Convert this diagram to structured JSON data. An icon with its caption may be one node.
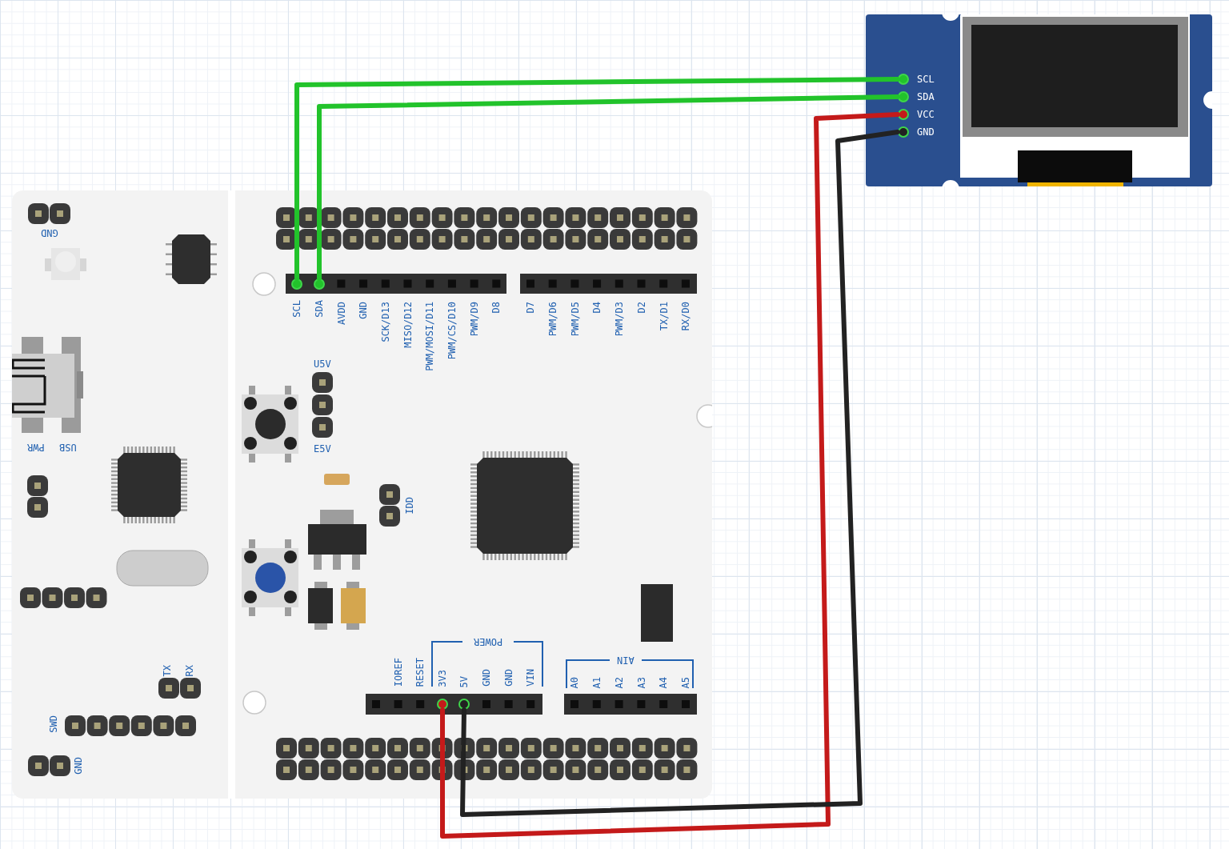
{
  "diagram": {
    "nodes": [
      {
        "text": [],
        "shape": "box"
      },
      {
        "text": [],
        "shape": "box"
      },
      {
        "text": [
          "SCL"
        ],
        "in": 0
      },
      {
        "text": [
          "SDA"
        ],
        "in": 0
      },
      {
        "text": [
          "3V3"
        ],
        "in": 0
      },
      {
        "text": [
          "5V"
        ],
        "in": 0
      },
      {
        "text": [
          "SCL"
        ],
        "in": 1
      },
      {
        "text": [
          "SDA"
        ],
        "in": 1
      },
      {
        "text": [
          "VCC"
        ],
        "in": 1
      },
      {
        "text": [
          "GND"
        ],
        "in": 1
      }
    ],
    "edges": [
      {
        "from": 2,
        "to": 6,
        "arrow": "none",
        "color": "#22c32b"
      },
      {
        "from": 3,
        "to": 7,
        "arrow": "none",
        "color": "#22c32b"
      },
      {
        "from": 4,
        "to": 8,
        "arrow": "none",
        "color": "#c41a1a"
      },
      {
        "from": 5,
        "to": 9,
        "arrow": "none",
        "color": "#222222"
      }
    ],
    "labels": [
      "GND",
      "AVDD",
      "GND",
      "SCK/D13",
      "MISO/D12",
      "PWM/MOSI/D11",
      "PWM/CS/D10",
      "PWM/D9",
      "D8",
      "D7",
      "PWM/D6",
      "PWM/D5",
      "D4",
      "PWM/D3",
      "D2",
      "TX/D1",
      "RX/D0",
      "U5V",
      "PWR",
      "USB",
      "E5V",
      "IDD",
      "TX",
      "RX",
      "IOREF",
      "RESET",
      "POWER",
      "AIN",
      "GND",
      "GND",
      "VIN",
      "A0",
      "A1",
      "A2",
      "A3",
      "A4",
      "A5",
      "SWD",
      "GND"
    ]
  }
}
